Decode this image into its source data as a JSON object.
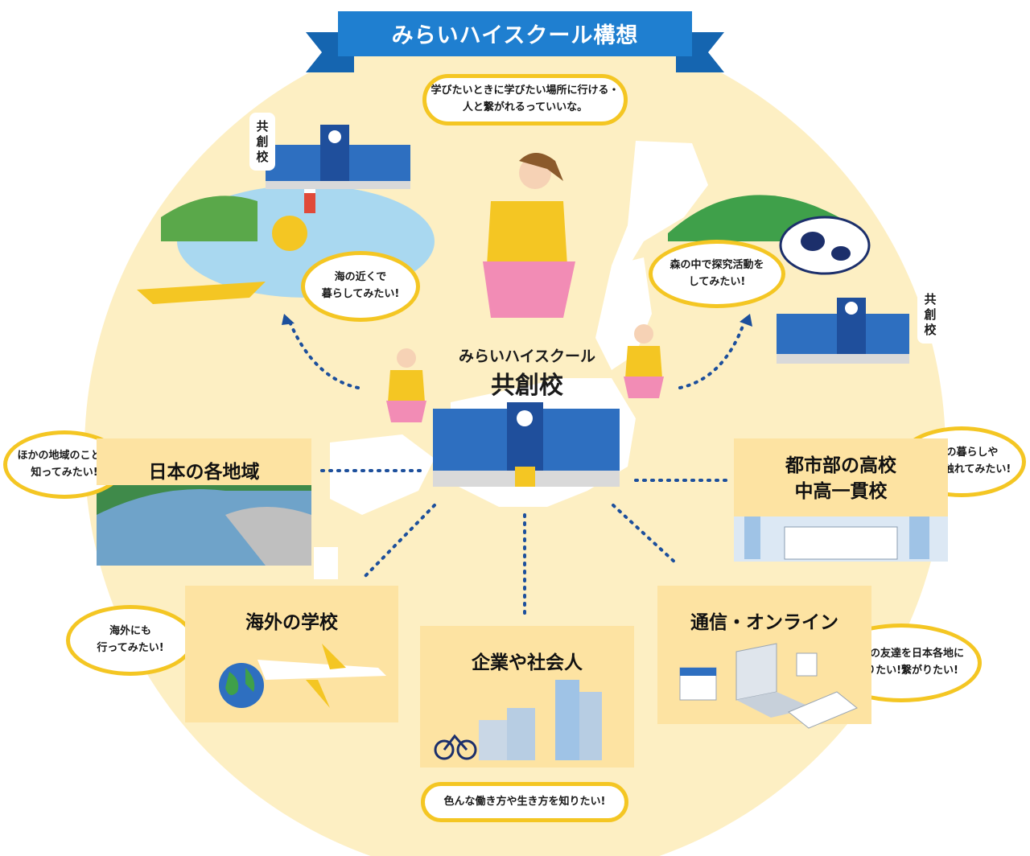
{
  "banner": {
    "title": "みらいハイスクール構想"
  },
  "center": {
    "subtitle": "みらいハイスクール",
    "title": "共創校"
  },
  "labels": {
    "left_school": "共\n創\n校",
    "right_school": "共\n創\n校"
  },
  "bubbles": {
    "top": "学びたいときに学びたい場所に行ける・\n人と繋がれるっていいな。",
    "sea": "海の近くで\n暮らしてみたい!",
    "forest": "森の中で探究活動を\nしてみたい!",
    "regions": "ほかの地域のことも\n知ってみたい!",
    "city": "都会の暮らしや\n学びに触れてみたい!",
    "overseas": "海外にも\n行ってみたい!",
    "online": "同世代の友達を日本各地に\nつくりたい!繋がりたい!",
    "business": "色んな働き方や生き方を知りたい!"
  },
  "cards": {
    "regions": "日本の各地域",
    "city": "都市部の高校\n中高一貫校",
    "overseas": "海外の学校",
    "business": "企業や社会人",
    "online": "通信・オンライン"
  },
  "colors": {
    "banner_blue": "#1f7fd0",
    "circle_cream": "#fdefc3",
    "card_yellow": "#fde3a2",
    "bubble_border": "#f4c623",
    "dot_blue": "#1c4f9c",
    "building_blue": "#2e6fc0"
  },
  "icons": [
    "clock-icon",
    "airplane-icon",
    "globe-icon",
    "laptop-icon",
    "calendar-icon",
    "coffee-cup-icon",
    "bicycle-icon",
    "cow-icon",
    "kayak-icon",
    "lighthouse-icon"
  ]
}
